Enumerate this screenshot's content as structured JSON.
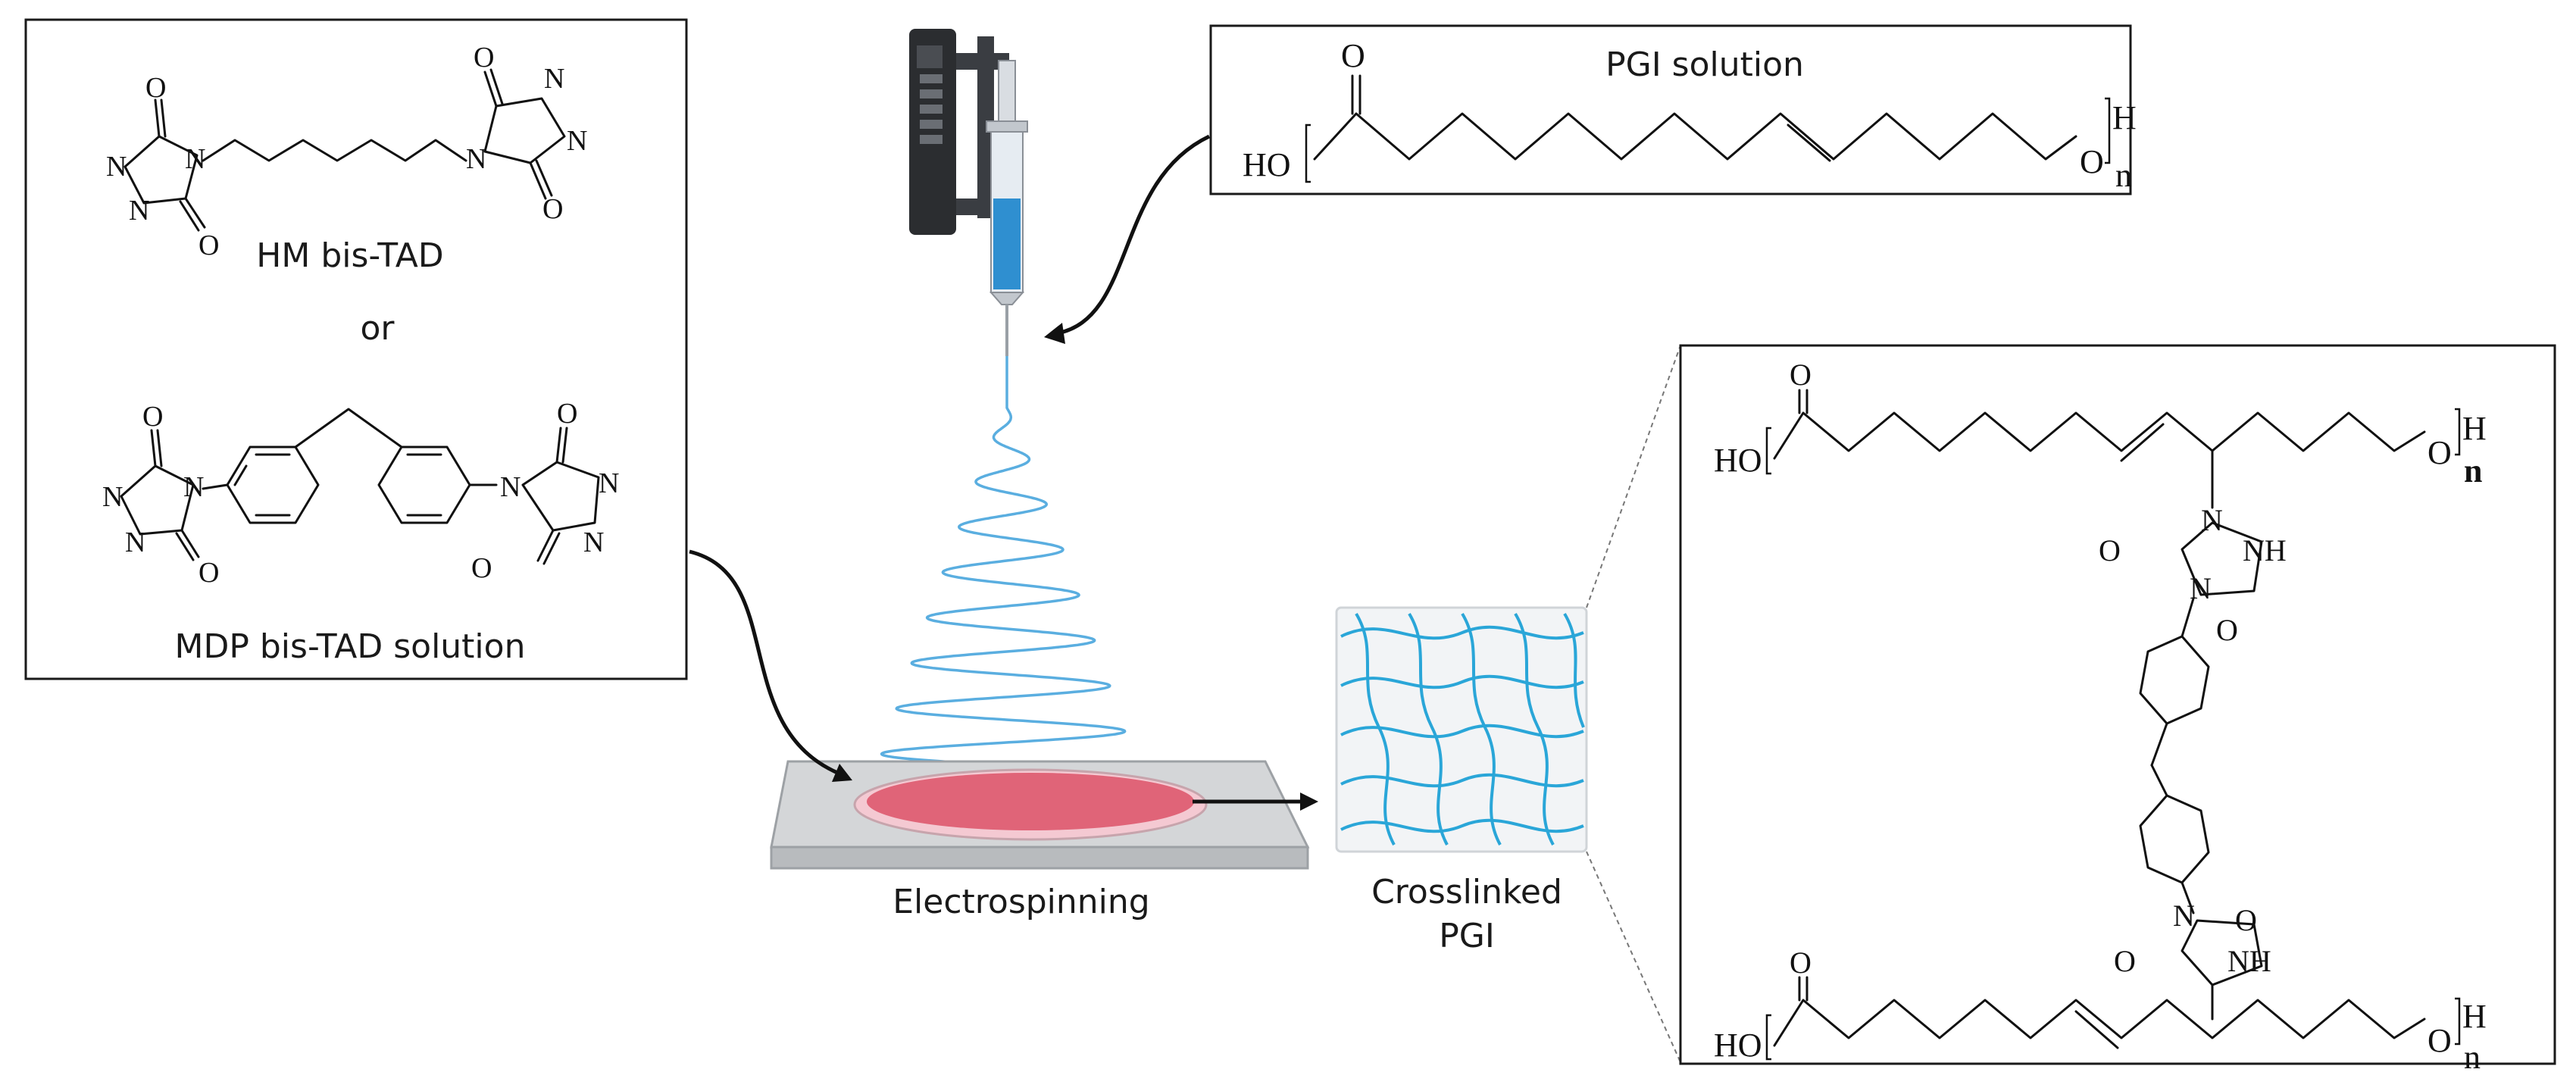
{
  "left_panel": {
    "hm_label": "HM bis-TAD",
    "or_label": "or",
    "mdp_label": "MDP bis-TAD solution"
  },
  "pgi_panel": {
    "title": "PGI solution",
    "ho": "HO",
    "o_top": "O",
    "o_end": "O",
    "h_end": "H",
    "n_sub": "n"
  },
  "process": {
    "electrospinning_label": "Electrospinning",
    "crosslinked_line1": "Crosslinked",
    "crosslinked_line2": "PGI"
  },
  "crosslinked_panel": {
    "ho_top": "HO",
    "ho_bottom": "HO",
    "o_label": "O",
    "h_label": "H",
    "n_label": "n",
    "nh_label": "NH",
    "n_atom": "N"
  },
  "colors": {
    "fiber": "#5aaee0",
    "dish": "#e06478",
    "syringe_fluid": "#2f8fd0",
    "pump": "#2b2d30"
  }
}
